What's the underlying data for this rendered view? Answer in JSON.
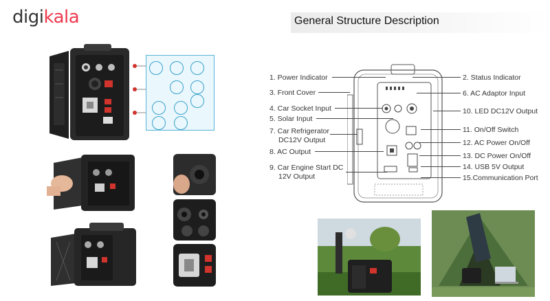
{
  "brand": {
    "logo_prefix": "digi",
    "logo_suffix": "kala",
    "accent": "#ef394e"
  },
  "header": {
    "title": "General Structure Description"
  },
  "labels": {
    "left": [
      "1. Power Indicator",
      "3. Front Cover",
      "4. Car Socket Input",
      "5. Solar Input",
      "7. Car Refrigerator",
      "DC12V Output",
      "8. AC Output",
      "9. Car Engine Start DC",
      "12V Output"
    ],
    "right": [
      "2. Status Indicator",
      "6. AC Adaptor Input",
      "10. LED DC12V Output",
      "11. On/Off Switch",
      "12. AC Power On/Off",
      "13. DC Power On/Off",
      "14. USB 5V Output",
      "15.Communication Port"
    ]
  },
  "colors": {
    "blueprint_line": "#3aa2cc",
    "blueprint_bg": "#eaf7fc",
    "device_body": "#2b2b2b",
    "red_button": "#d0342c"
  },
  "icons": [
    "device-outline-drawing",
    "product-photo-open-cover",
    "blueprint-panel",
    "camping-tent-photo",
    "field-photo"
  ]
}
